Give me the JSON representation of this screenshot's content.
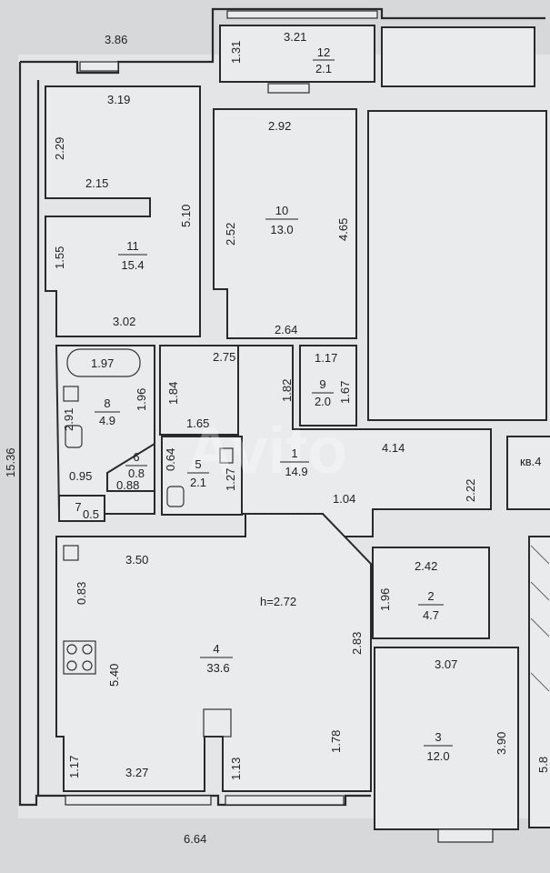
{
  "rooms": [
    {
      "id": "1",
      "number": "1",
      "area": "14.9"
    },
    {
      "id": "2",
      "number": "2",
      "area": "4.7"
    },
    {
      "id": "3",
      "number": "3",
      "area": "12.0"
    },
    {
      "id": "4",
      "number": "4",
      "area": "33.6"
    },
    {
      "id": "5",
      "number": "5",
      "area": "2.1"
    },
    {
      "id": "6",
      "number": "6",
      "area": "0.8"
    },
    {
      "id": "7",
      "number": "7",
      "area": "0.5"
    },
    {
      "id": "8",
      "number": "8",
      "area": "4.9"
    },
    {
      "id": "9",
      "number": "9",
      "area": "2.0"
    },
    {
      "id": "10",
      "number": "10",
      "area": "13.0"
    },
    {
      "id": "11",
      "number": "11",
      "area": "15.4"
    },
    {
      "id": "12",
      "number": "12",
      "area": "2.1"
    }
  ],
  "dimensions": {
    "d386": "3.86",
    "d321": "3.21",
    "d131": "1.31",
    "d319": "3.19",
    "d229": "2.29",
    "d215": "2.15",
    "d510": "5.10",
    "d155": "1.55",
    "d302": "3.02",
    "d292": "2.92",
    "d252": "2.52",
    "d465": "4.65",
    "d264": "2.64",
    "d275": "2.75",
    "d197": "1.97",
    "d291": "2.91",
    "d196a": "1.96",
    "d184": "1.84",
    "d182": "1.82",
    "d117a": "1.17",
    "d167": "1.67",
    "d165": "1.65",
    "d064": "0.64",
    "d127": "1.27",
    "d095": "0.95",
    "d088": "0.88",
    "d414": "4.14",
    "d222": "2.22",
    "d104": "1.04",
    "d350": "3.50",
    "d083": "0.83",
    "d540": "5.40",
    "d283": "2.83",
    "d242": "2.42",
    "d196b": "1.96",
    "d307": "3.07",
    "d178": "1.78",
    "d390": "3.90",
    "d117b": "1.17",
    "d327": "3.27",
    "d113": "1.13",
    "d664": "6.64",
    "d1536": "15.36"
  },
  "labels": {
    "height": "h=2.72",
    "kv": "кв.4",
    "side": "5.8"
  },
  "watermark": "Avito"
}
